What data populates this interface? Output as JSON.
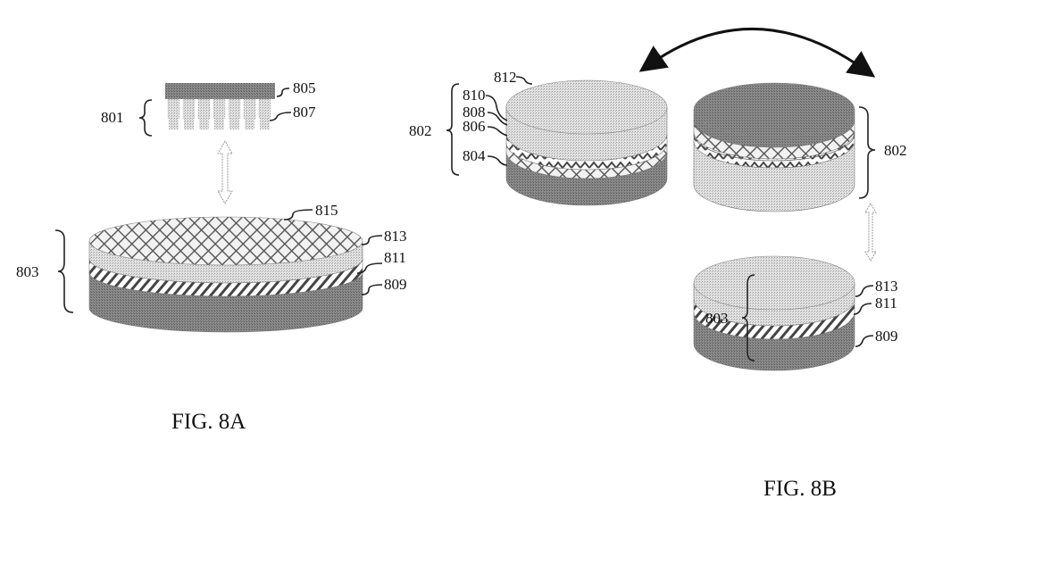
{
  "figures": {
    "fig8a": {
      "caption": "FIG. 8A",
      "labels": {
        "l801": "801",
        "l805": "805",
        "l807": "807",
        "l815": "815",
        "l813": "813",
        "l811": "811",
        "l809": "809",
        "l803": "803"
      }
    },
    "fig8b": {
      "caption": "FIG. 8B",
      "labels": {
        "l812": "812",
        "l810": "810",
        "l808": "808",
        "l806": "806",
        "l804": "804",
        "l802a": "802",
        "l802b": "802",
        "l813": "813",
        "l811": "811",
        "l809": "809",
        "l803": "803"
      }
    }
  },
  "colors": {
    "dark": "#7a7a7a",
    "light": "#d6d6d6",
    "line": "#222222"
  }
}
